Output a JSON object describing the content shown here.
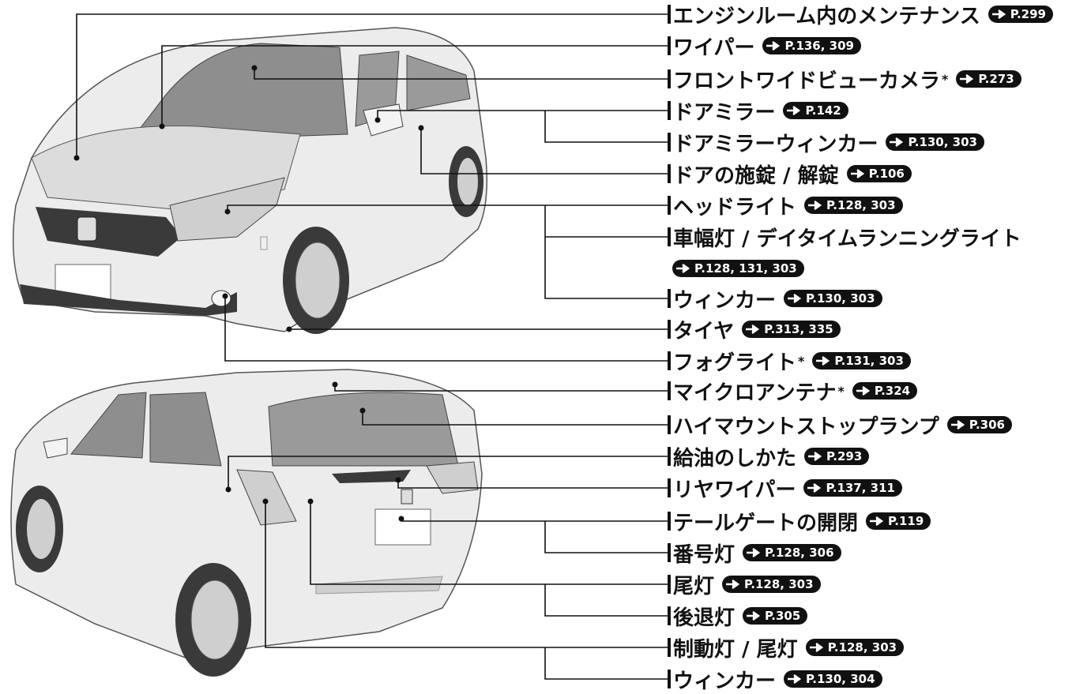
{
  "reference_prefix": "P.",
  "colors": {
    "line": "#111111",
    "badge_bg": "#111111",
    "badge_text": "#ffffff",
    "car_body": "#e6e6e6",
    "car_glass": "#9a9a9a",
    "car_dark": "#3a3a3a"
  },
  "icons": {
    "reference": "page-arrow-icon"
  },
  "front_labels": [
    {
      "text": "エンジンルーム内のメンテナンス",
      "star": "",
      "pages": "299"
    },
    {
      "text": "ワイパー",
      "star": "",
      "pages": "136, 309"
    },
    {
      "text": "フロントワイドビューカメラ",
      "star": "*",
      "pages": "273"
    },
    {
      "text": "ドアミラー",
      "star": "",
      "pages": "142"
    },
    {
      "text": "ドアミラーウィンカー",
      "star": "",
      "pages": "130, 303"
    },
    {
      "text": "ドアの施錠 / 解錠",
      "star": "",
      "pages": "106"
    },
    {
      "text": "ヘッドライト",
      "star": "",
      "pages": "128, 303"
    },
    {
      "text": "車幅灯 / デイタイムランニングライト",
      "star": "",
      "pages": ""
    },
    {
      "text": "",
      "star": "",
      "pages": "128, 131, 303"
    },
    {
      "text": "ウィンカー",
      "star": "",
      "pages": "130, 303"
    },
    {
      "text": "タイヤ",
      "star": "",
      "pages": "313, 335"
    },
    {
      "text": "フォグライト",
      "star": "*",
      "pages": "131, 303"
    }
  ],
  "rear_labels": [
    {
      "text": "マイクロアンテナ",
      "star": "*",
      "pages": "324"
    },
    {
      "text": "ハイマウントストップランプ",
      "star": "",
      "pages": "306"
    },
    {
      "text": "給油のしかた",
      "star": "",
      "pages": "293"
    },
    {
      "text": "リヤワイパー",
      "star": "",
      "pages": "137, 311"
    },
    {
      "text": "テールゲートの開閉",
      "star": "",
      "pages": "119"
    },
    {
      "text": "番号灯",
      "star": "",
      "pages": "128, 306"
    },
    {
      "text": "尾灯",
      "star": "",
      "pages": "128, 303"
    },
    {
      "text": "後退灯",
      "star": "",
      "pages": "305"
    },
    {
      "text": "制動灯 / 尾灯",
      "star": "",
      "pages": "128, 303"
    },
    {
      "text": "ウィンカー",
      "star": "",
      "pages": "130, 304"
    }
  ]
}
